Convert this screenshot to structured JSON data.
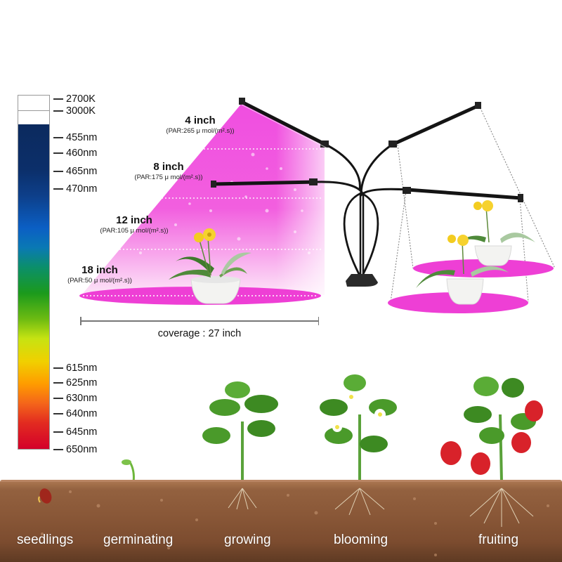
{
  "spectrum": {
    "color_temps": [
      "2700K",
      "3000K"
    ],
    "blue_wavelengths": [
      "455nm",
      "460nm",
      "465nm",
      "470nm"
    ],
    "red_wavelengths": [
      "615nm",
      "625nm",
      "630nm",
      "640nm",
      "645nm",
      "650nm"
    ]
  },
  "light_heights": [
    {
      "height": "4 inch",
      "par": "(PAR:265 μ mol/(m².s))"
    },
    {
      "height": "8 inch",
      "par": "(PAR:175 μ mol/(m².s))"
    },
    {
      "height": "12 inch",
      "par": "(PAR:105 μ mol/(m².s))"
    },
    {
      "height": "18 inch",
      "par": "(PAR:50 μ mol/(m².s))"
    }
  ],
  "coverage": "coverage : 27 inch",
  "growth_stages": [
    "seedlings",
    "germinating",
    "growing",
    "blooming",
    "fruiting"
  ],
  "colors": {
    "light_magenta": "#f046d8",
    "lamp_black": "#151515",
    "soil_brown": "#8a5838",
    "leaf_green": "#3f8f1f",
    "strawberry_red": "#d8222a"
  }
}
